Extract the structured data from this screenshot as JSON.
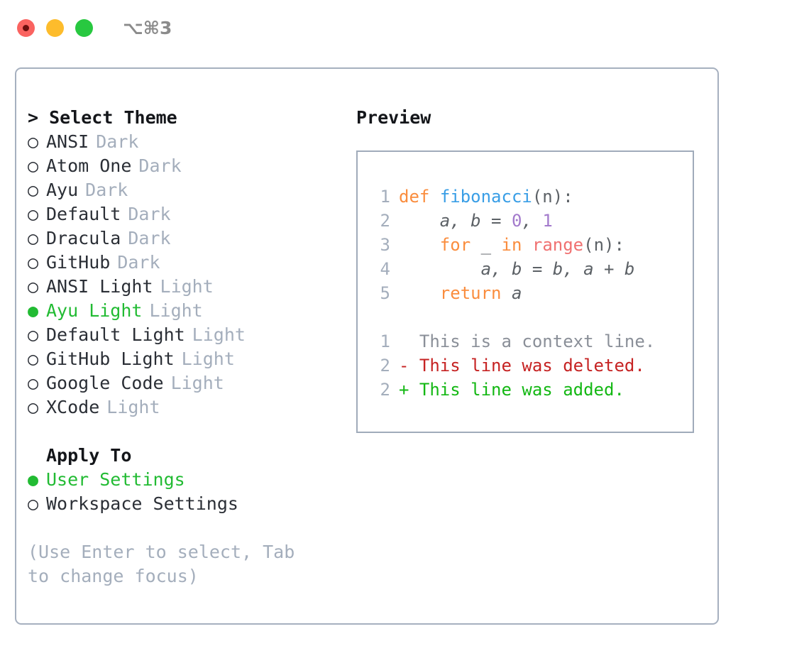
{
  "window": {
    "traffic_lights": [
      "close",
      "minimize",
      "maximize"
    ],
    "shortcut_label": "⌥⌘3",
    "accent_green": "#22bb33",
    "muted_gray": "#a4aebc",
    "border_color": "#a6b0bf"
  },
  "theme_section": {
    "header": "> Select Theme",
    "items": [
      {
        "marker": "○",
        "label": "ANSI",
        "badge": "Dark",
        "selected": false
      },
      {
        "marker": "○",
        "label": "Atom One",
        "badge": "Dark",
        "selected": false
      },
      {
        "marker": "○",
        "label": "Ayu",
        "badge": "Dark",
        "selected": false
      },
      {
        "marker": "○",
        "label": "Default",
        "badge": "Dark",
        "selected": false
      },
      {
        "marker": "○",
        "label": "Dracula",
        "badge": "Dark",
        "selected": false
      },
      {
        "marker": "○",
        "label": "GitHub",
        "badge": "Dark",
        "selected": false
      },
      {
        "marker": "○",
        "label": "ANSI Light",
        "badge": "Light",
        "selected": false
      },
      {
        "marker": "●",
        "label": "Ayu Light",
        "badge": "Light",
        "selected": true
      },
      {
        "marker": "○",
        "label": "Default Light",
        "badge": "Light",
        "selected": false
      },
      {
        "marker": "○",
        "label": "GitHub Light",
        "badge": "Light",
        "selected": false
      },
      {
        "marker": "○",
        "label": "Google Code",
        "badge": "Light",
        "selected": false
      },
      {
        "marker": "○",
        "label": "XCode",
        "badge": "Light",
        "selected": false
      }
    ]
  },
  "apply_to_section": {
    "header": "Apply To",
    "items": [
      {
        "marker": "●",
        "label": "User Settings",
        "selected": true
      },
      {
        "marker": "○",
        "label": "Workspace Settings",
        "selected": false
      }
    ]
  },
  "hint": "(Use Enter to select, Tab to change focus)",
  "preview": {
    "title": "Preview",
    "code_lines": [
      {
        "no": "1",
        "tokens": [
          {
            "t": "def",
            "c": "kw"
          },
          {
            "t": " ",
            "c": "plain"
          },
          {
            "t": "fibonacci",
            "c": "fn"
          },
          {
            "t": "(n):",
            "c": "punct"
          }
        ]
      },
      {
        "no": "2",
        "tokens": [
          {
            "t": "    a, b = ",
            "c": "plain"
          },
          {
            "t": "0",
            "c": "num"
          },
          {
            "t": ", ",
            "c": "plain"
          },
          {
            "t": "1",
            "c": "num"
          }
        ]
      },
      {
        "no": "3",
        "tokens": [
          {
            "t": "    ",
            "c": "plain"
          },
          {
            "t": "for",
            "c": "kw"
          },
          {
            "t": " _ ",
            "c": "plain"
          },
          {
            "t": "in",
            "c": "kw"
          },
          {
            "t": " ",
            "c": "plain"
          },
          {
            "t": "range",
            "c": "builtin"
          },
          {
            "t": "(n):",
            "c": "punct"
          }
        ]
      },
      {
        "no": "4",
        "tokens": [
          {
            "t": "        a, b = b, a + b",
            "c": "plain"
          }
        ]
      },
      {
        "no": "5",
        "tokens": [
          {
            "t": "    ",
            "c": "plain"
          },
          {
            "t": "return",
            "c": "kw"
          },
          {
            "t": " a",
            "c": "plain"
          }
        ]
      }
    ],
    "diff_lines": [
      {
        "no": "1",
        "sign": "  ",
        "text": "This is a context line.",
        "kind": "ctx"
      },
      {
        "no": "2",
        "sign": "- ",
        "text": "This line was deleted.",
        "kind": "del"
      },
      {
        "no": "2",
        "sign": "+ ",
        "text": "This line was added.",
        "kind": "add"
      }
    ],
    "syntax_colors": {
      "keyword": "#fa8d3e",
      "function": "#399ee6",
      "number": "#a37acc",
      "builtin": "#f07171",
      "plain": "#5c6166",
      "lineno": "#a4aebc",
      "diff_context": "#8a8f98",
      "diff_deleted": "#c62323",
      "diff_added": "#14b814"
    }
  }
}
